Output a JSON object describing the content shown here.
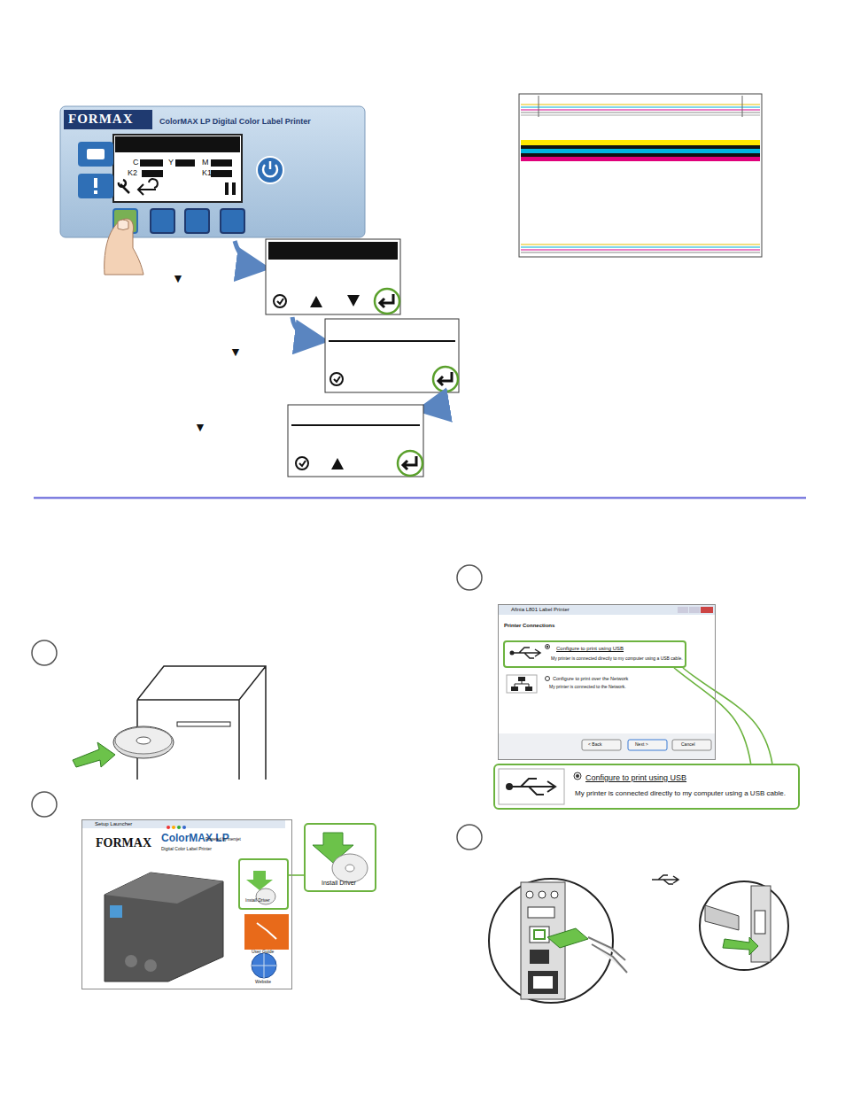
{
  "diagram": {
    "nodes": [
      {
        "text": [
          "FORMAX",
          "ColorMAX LP Digital Color Label Printer"
        ]
      },
      {
        "text": [
          "C",
          "Y",
          "M",
          "K2",
          "K1"
        ],
        "in": 0
      },
      {
        "text": [
          "Setup Launcher"
        ]
      },
      {
        "text": [
          "Install Driver"
        ],
        "in": 2
      },
      {
        "text": [
          "Install Driver"
        ]
      },
      {
        "text": [
          "Afinia L801 Label Printer",
          "Printer Connections"
        ]
      },
      {
        "text": [
          "Configure to print using USB",
          "My printer is connected directly to my computer using a USB cable."
        ],
        "in": 5
      },
      {
        "text": [
          "Configure to print over the Network",
          "My printer is connected to the Network."
        ],
        "in": 5
      },
      {
        "text": [
          "Configure to print using USB",
          "My printer is connected directly to my computer using a USB cable."
        ]
      }
    ],
    "edges": [
      {
        "from": 3,
        "to": 4,
        "arrow": "none"
      },
      {
        "from": 6,
        "to": 8,
        "arrow": "none"
      },
      {
        "from": 6,
        "to": 8,
        "arrow": "none"
      }
    ],
    "labels": [
      "▼",
      "▼",
      "▼",
      "FORMAX",
      "ColorMAX LP",
      "Digital Color Label Printer",
      "Powered by memjet",
      "User Guide",
      "Website",
      "< Back",
      "Next >",
      "Cancel"
    ]
  }
}
